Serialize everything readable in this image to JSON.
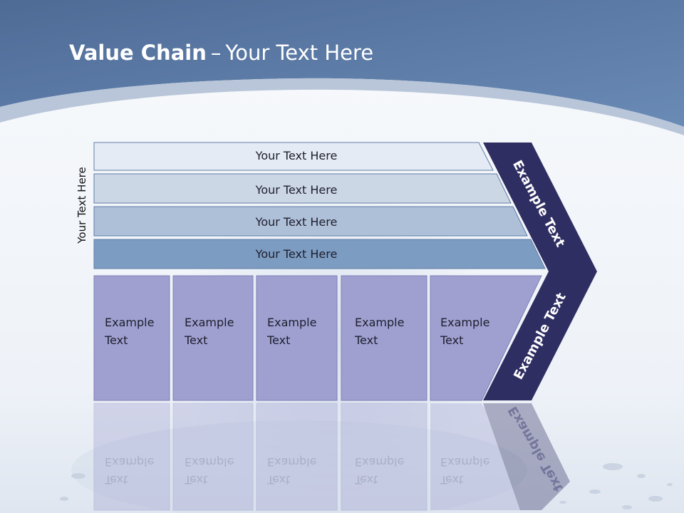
{
  "title": {
    "bold": "Value Chain",
    "separator": "–",
    "rest": "Your Text Here"
  },
  "side_label": "Your Text Here",
  "rows": [
    {
      "label": "Your Text Here",
      "color": "#e4ebf4"
    },
    {
      "label": "Your Text Here",
      "color": "#ccd7e6"
    },
    {
      "label": "Your Text Here",
      "color": "#aec0d8"
    },
    {
      "label": "Your Text Here",
      "color": "#7d9cc1"
    }
  ],
  "boxes": [
    {
      "line1": "Example",
      "line2": "Text"
    },
    {
      "line1": "Example",
      "line2": "Text"
    },
    {
      "line1": "Example",
      "line2": "Text"
    },
    {
      "line1": "Example",
      "line2": "Text"
    },
    {
      "line1": "Example",
      "line2": "Text"
    }
  ],
  "chevron": {
    "top_label": "Example Text",
    "bottom_label": "Example Text",
    "color": "#2f2e62"
  },
  "colors": {
    "header": "#5a7aa6",
    "box_fill": "#9fa0d0",
    "background": "#f4f7fb"
  }
}
